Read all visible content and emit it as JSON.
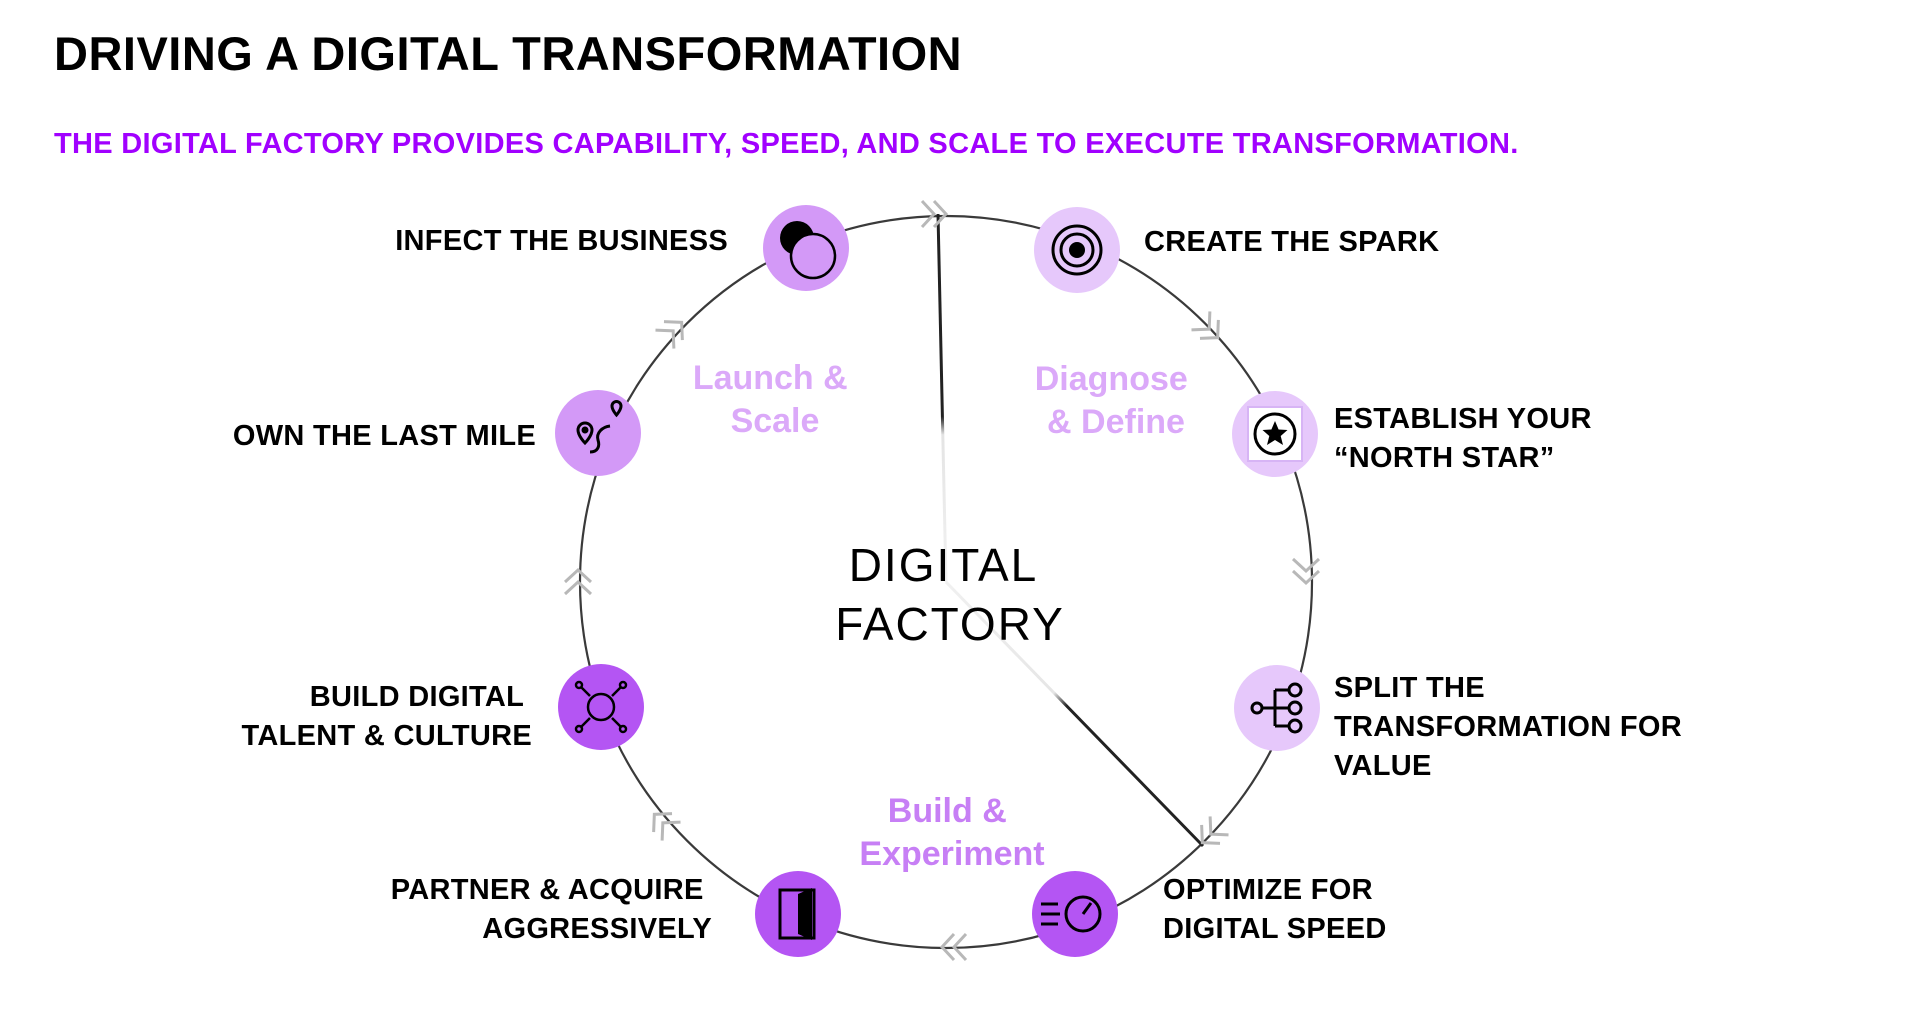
{
  "title": "DRIVING A DIGITAL TRANSFORMATION",
  "subtitle": "THE DIGITAL FACTORY PROVIDES CAPABILITY, SPEED, AND SCALE TO EXECUTE TRANSFORMATION.",
  "center": {
    "line1": "DIGITAL",
    "line2": "FACTORY"
  },
  "colors": {
    "accent": "#a100ff",
    "light": "#e6c8fb",
    "medium": "#d399f7",
    "dark": "#b455f3",
    "phase": "#c77ff5",
    "phaseLight": "#dba9f9"
  },
  "phases": {
    "launch": [
      "Launch &",
      "Scale"
    ],
    "diagnose": [
      "Diagnose",
      "& Define"
    ],
    "build": [
      "Build &",
      "Experiment"
    ]
  },
  "steps": {
    "spark": {
      "lines": [
        "CREATE THE SPARK"
      ],
      "icon": "target-icon"
    },
    "north": {
      "lines": [
        "ESTABLISH YOUR",
        "“NORTH STAR”"
      ],
      "icon": "star-icon"
    },
    "split": {
      "lines": [
        "SPLIT THE",
        "TRANSFORMATION FOR",
        "VALUE"
      ],
      "icon": "network-split-icon"
    },
    "speed": {
      "lines": [
        "OPTIMIZE FOR",
        "DIGITAL SPEED"
      ],
      "icon": "speedometer-icon"
    },
    "partner": {
      "lines": [
        "PARTNER & ACQUIRE",
        "AGGRESSIVELY"
      ],
      "icon": "door-icon"
    },
    "talent": {
      "lines": [
        "BUILD DIGITAL",
        "TALENT & CULTURE"
      ],
      "icon": "people-network-icon"
    },
    "mile": {
      "lines": [
        "OWN THE LAST MILE"
      ],
      "icon": "route-pin-icon"
    },
    "infect": {
      "lines": [
        "INFECT THE BUSINESS"
      ],
      "icon": "overlapping-circles-icon"
    }
  }
}
